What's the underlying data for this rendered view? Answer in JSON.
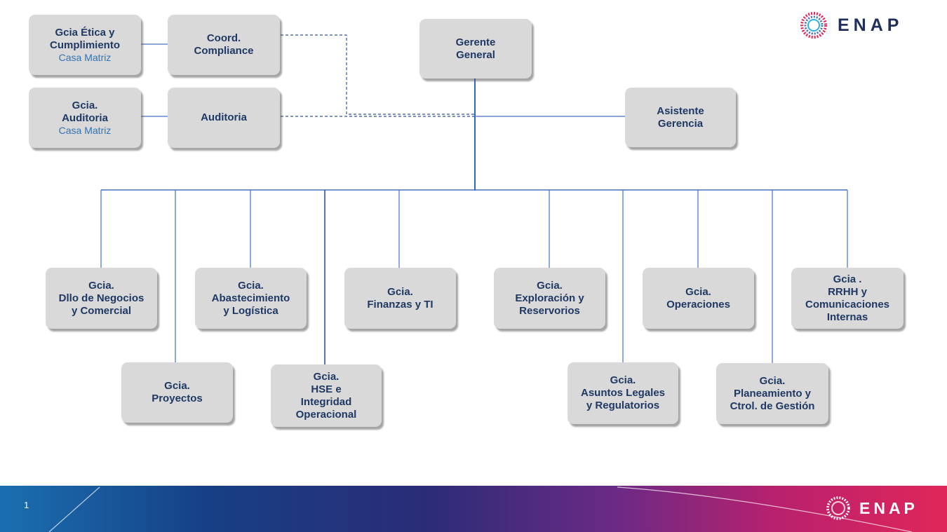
{
  "logo": {
    "name": "ENAP"
  },
  "boxes": {
    "gcia_etica": {
      "line1": "Gcia Ética y",
      "line2": "Cumplimiento",
      "sub": "Casa Matriz"
    },
    "coord_compliance": {
      "line1": "Coord.",
      "line2": "Compliance"
    },
    "gcia_auditoria": {
      "line1": "Gcia.",
      "line2": "Auditoria",
      "sub": "Casa Matriz"
    },
    "auditoria": {
      "line1": "Auditoria"
    },
    "gerente_general": {
      "line1": "Gerente",
      "line2": "General"
    },
    "asistente_gerencia": {
      "line1": "Asistente",
      "line2": "Gerencia"
    },
    "dllo_negocios": {
      "line1": "Gcia.",
      "line2": "Dllo de Negocios",
      "line3": "y Comercial"
    },
    "proyectos": {
      "line1": "Gcia.",
      "line2": "Proyectos"
    },
    "abastecimiento": {
      "line1": "Gcia.",
      "line2": "Abastecimiento",
      "line3": "y Logística"
    },
    "hse": {
      "line1": "Gcia.",
      "line2": "HSE  e",
      "line3": "Integridad",
      "line4": "Operacional"
    },
    "finanzas": {
      "line1": "Gcia.",
      "line2": "Finanzas y TI"
    },
    "exploracion": {
      "line1": "Gcia.",
      "line2": "Exploración y",
      "line3": "Reservorios"
    },
    "asuntos_legales": {
      "line1": "Gcia.",
      "line2": "Asuntos Legales",
      "line3": "y Regulatorios"
    },
    "operaciones": {
      "line1": "Gcia.",
      "line2": "Operaciones"
    },
    "planeamiento": {
      "line1": "Gcia.",
      "line2": "Planeamiento y",
      "line3": "Ctrol. de Gestión"
    },
    "rrhh": {
      "line1": "Gcia .",
      "line2": "RRHH  y",
      "line3": "Comunicaciones",
      "line4": "Internas"
    }
  },
  "footer": {
    "page_number": "1",
    "logo_name": "ENAP"
  },
  "colors": {
    "box_fill": "#d9d9d9",
    "text": "#1f3864",
    "sub_text": "#2e75b6",
    "line": "#4472c4"
  }
}
